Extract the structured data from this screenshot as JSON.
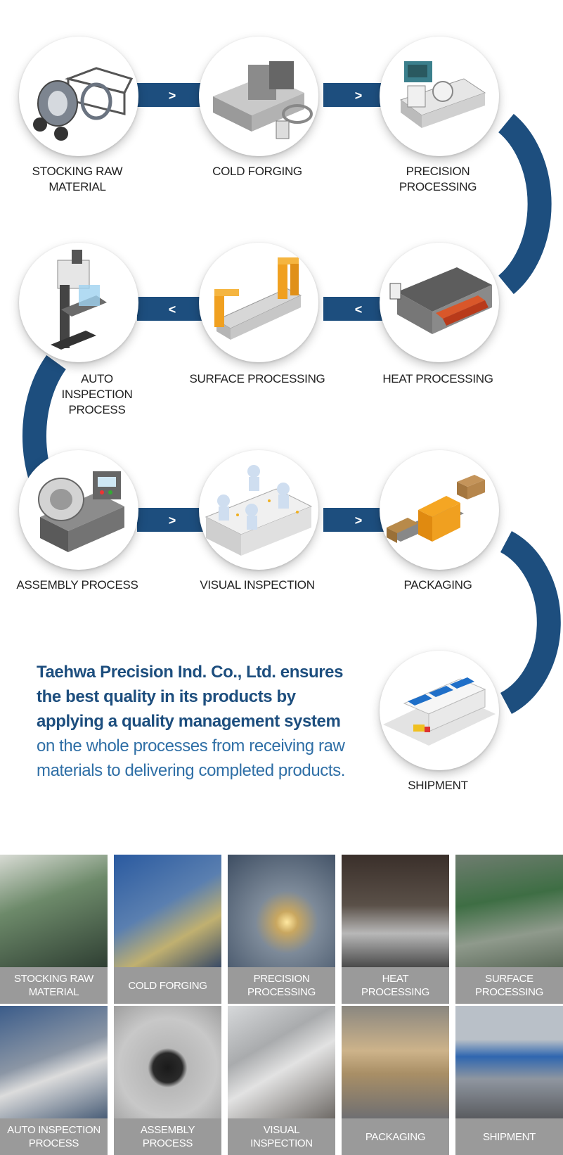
{
  "colors": {
    "connector": "#1d4e7e",
    "caption_bg": "#9a9a9a",
    "tagline": "#1d4e7e"
  },
  "steps": [
    {
      "lines": [
        "STOCKING RAW",
        "MATERIAL"
      ],
      "icon": "wire-coil-cart-icon"
    },
    {
      "lines": [
        "COLD FORGING"
      ],
      "icon": "forging-machine-icon"
    },
    {
      "lines": [
        "PRECISION",
        "PROCESSING"
      ],
      "icon": "lathe-machine-icon"
    },
    {
      "lines": [
        "HEAT PROCESSING"
      ],
      "icon": "furnace-conveyor-icon"
    },
    {
      "lines": [
        "SURFACE PROCESSING"
      ],
      "icon": "plating-line-icon"
    },
    {
      "lines": [
        "AUTO",
        "INSPECTION",
        "PROCESS"
      ],
      "icon": "drill-press-icon"
    },
    {
      "lines": [
        "ASSEMBLY PROCESS"
      ],
      "icon": "press-machine-icon"
    },
    {
      "lines": [
        "VISUAL INSPECTION"
      ],
      "icon": "inspection-workers-icon"
    },
    {
      "lines": [
        "PACKAGING"
      ],
      "icon": "box-conveyor-icon"
    },
    {
      "lines": [
        "SHIPMENT"
      ],
      "icon": "warehouse-truck-icon"
    }
  ],
  "arrows": {
    "right": ">",
    "left": "<"
  },
  "tagline": {
    "bold_lines": [
      "Taehwa Precision Ind. Co., Ltd. ensures",
      "the best quality in its products by",
      "applying a quality management system"
    ],
    "light_lines": [
      "on the whole processes from receiving raw",
      "materials to delivering completed products."
    ]
  },
  "photos": [
    {
      "caption": [
        "STOCKING RAW",
        "MATERIAL"
      ],
      "tone": "#4f6450"
    },
    {
      "caption": [
        "COLD FORGING"
      ],
      "tone": "#3a5a86"
    },
    {
      "caption": [
        "PRECISION",
        "PROCESSING"
      ],
      "tone": "#6d7c8f"
    },
    {
      "caption": [
        "HEAT",
        "PROCESSING"
      ],
      "tone": "#3b3a3a"
    },
    {
      "caption": [
        "SURFACE",
        "PROCESSING"
      ],
      "tone": "#5a6e5c"
    },
    {
      "caption": [
        "AUTO INSPECTION",
        "PROCESS"
      ],
      "tone": "#4a5f7a"
    },
    {
      "caption": [
        "ASSEMBLY",
        "PROCESS"
      ],
      "tone": "#8d8f92"
    },
    {
      "caption": [
        "VISUAL",
        "INSPECTION"
      ],
      "tone": "#a7a8a8"
    },
    {
      "caption": [
        "PACKAGING"
      ],
      "tone": "#77736c"
    },
    {
      "caption": [
        "SHIPMENT"
      ],
      "tone": "#6f7f98"
    }
  ]
}
